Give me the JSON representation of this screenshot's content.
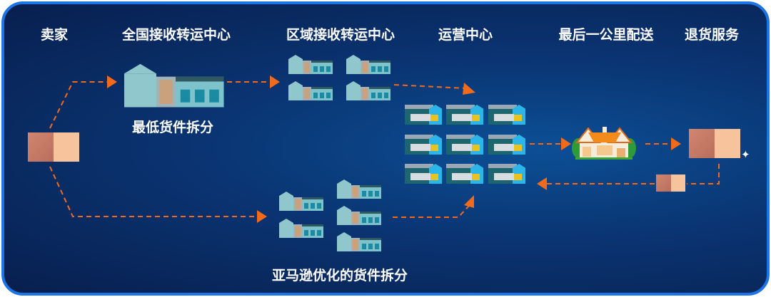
{
  "header": {
    "stages": [
      "卖家",
      "全国接收转运中心",
      "区域接收转运中心",
      "运营中心",
      "最后一公里配送",
      "退货服务"
    ]
  },
  "captions": {
    "top_split": "最低货件拆分",
    "bottom_split": "亚马逊优化的货件拆分"
  },
  "colors": {
    "arrow": "#f26b1d",
    "border": "#1d74e6",
    "background": "#0a3472"
  },
  "icons": [
    "box-icon",
    "warehouse-icon",
    "fulfillment-center-icon",
    "house-icon",
    "sparkle-icon"
  ]
}
